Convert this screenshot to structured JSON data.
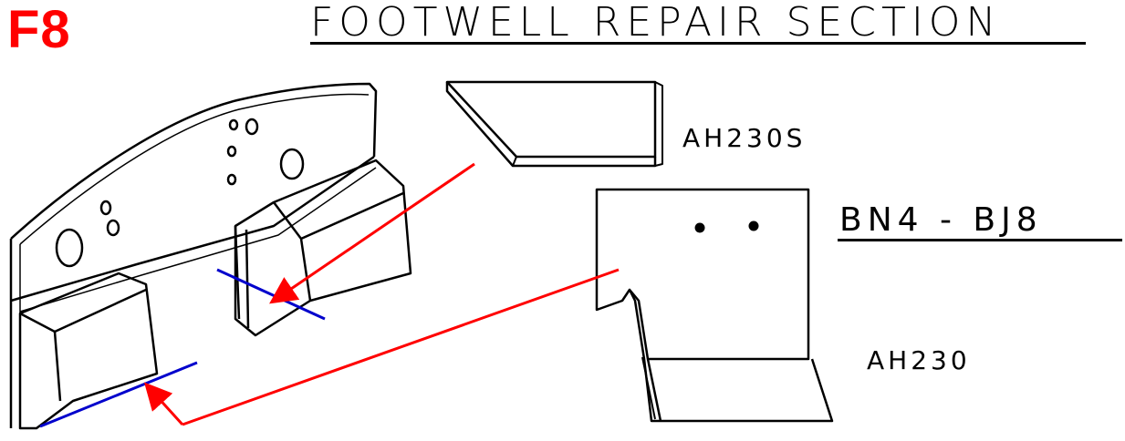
{
  "figure_label": "F8",
  "title": "FOOTWELL REPAIR SECTION",
  "model_label": "BN4 - BJ8",
  "parts": {
    "upper_section": {
      "part_number": "AH230S"
    },
    "lower_section": {
      "part_number": "AH230"
    }
  },
  "colors": {
    "figure_label": "#ff0000",
    "title": "#000000",
    "arrow": "#ff0000",
    "cut_line": "#0000cc",
    "ink": "#000000"
  }
}
